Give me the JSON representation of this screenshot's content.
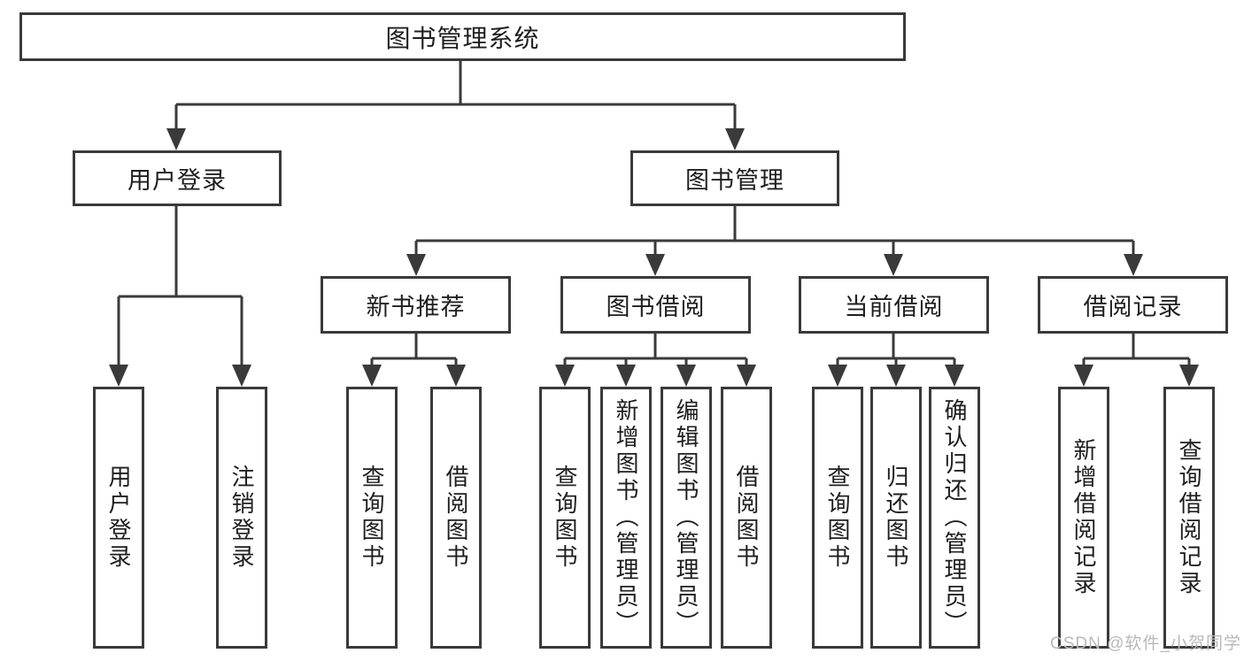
{
  "diagram": {
    "root": {
      "label": "图书管理系统"
    },
    "level2": [
      {
        "label": "用户登录"
      },
      {
        "label": "图书管理"
      }
    ],
    "level3": [
      {
        "label": "新书推荐",
        "parent": "图书管理"
      },
      {
        "label": "图书借阅",
        "parent": "图书管理"
      },
      {
        "label": "当前借阅",
        "parent": "图书管理"
      },
      {
        "label": "借阅记录",
        "parent": "图书管理"
      }
    ],
    "leaves": [
      {
        "label": "用户登录",
        "parent": "用户登录"
      },
      {
        "label": "注销登录",
        "parent": "用户登录"
      },
      {
        "label": "查询图书",
        "parent": "新书推荐"
      },
      {
        "label": "借阅图书",
        "parent": "新书推荐"
      },
      {
        "label": "查询图书",
        "parent": "图书借阅"
      },
      {
        "label": "新增图书（管理员）",
        "parent": "图书借阅"
      },
      {
        "label": "编辑图书（管理员）",
        "parent": "图书借阅"
      },
      {
        "label": "借阅图书",
        "parent": "图书借阅"
      },
      {
        "label": "查询图书",
        "parent": "当前借阅"
      },
      {
        "label": "归还图书",
        "parent": "当前借阅"
      },
      {
        "label": "确认归还（管理员）",
        "parent": "当前借阅"
      },
      {
        "label": "新增借阅记录",
        "parent": "借阅记录"
      },
      {
        "label": "查询借阅记录",
        "parent": "借阅记录"
      }
    ]
  },
  "watermark": {
    "text": "CSDN @软件_小贺同学"
  },
  "colors": {
    "line": "#3a3a3a",
    "box_border": "#3a3a3a",
    "text": "#1e1e1e",
    "background": "#ffffff",
    "watermark": "#b9b9b9"
  }
}
